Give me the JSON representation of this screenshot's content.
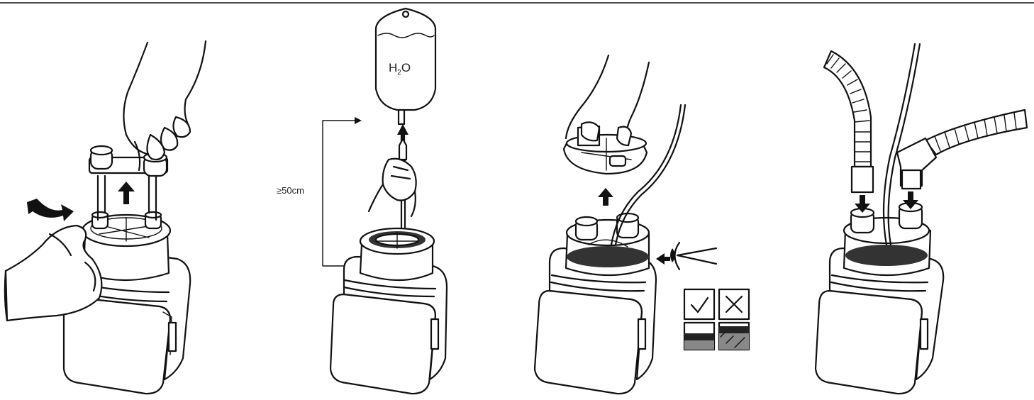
{
  "steps": [
    {
      "id": 1,
      "icon": "remove-water-trap-lid-icon"
    },
    {
      "id": 2,
      "icon": "water-bag-fill-icon"
    },
    {
      "id": 3,
      "icon": "check-water-level-icon"
    },
    {
      "id": 4,
      "icon": "connect-tubes-icon"
    }
  ],
  "water_bag": {
    "label": "H",
    "subscript": "2",
    "suffix": "O"
  },
  "height_label": "≥50cm",
  "level_check": {
    "ok_icon": "checkmark-icon",
    "bad_icon": "cross-icon"
  }
}
